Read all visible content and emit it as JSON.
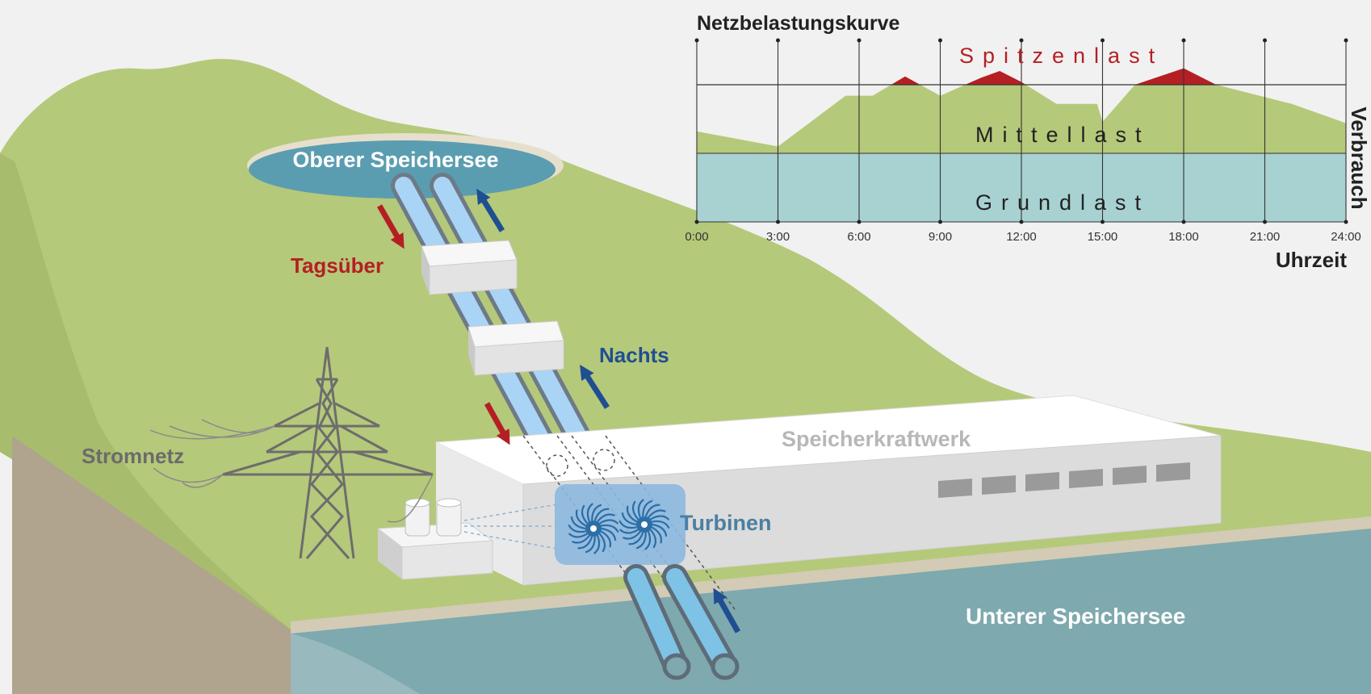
{
  "labels": {
    "upper_lake": "Oberer Speichersee",
    "lower_lake": "Unterer Speichersee",
    "daytime": "Tagsüber",
    "night": "Nachts",
    "grid": "Stromnetz",
    "plant": "Speicherkraftwerk",
    "turbines": "Turbinen"
  },
  "colors": {
    "hill": "#b5c97a",
    "upper_lake": "#5b9db0",
    "lower_lake": "#7ea9ae",
    "pipe": "#a9d4f5",
    "arrow_day": "#b51f24",
    "arrow_night": "#1f4f91",
    "turbine_box": "#8cb8df",
    "tower": "#6d6d6d"
  },
  "chart_data": {
    "type": "area",
    "title": "Netzbelastungskurve",
    "xlabel": "Uhrzeit",
    "ylabel": "Verbrauch",
    "xlim": [
      0,
      24
    ],
    "x_ticks": [
      "0:00",
      "3:00",
      "6:00",
      "9:00",
      "12:00",
      "15:00",
      "18:00",
      "21:00",
      "24:00"
    ],
    "bands": [
      {
        "name": "Grundlast",
        "color": "#a8d1d1"
      },
      {
        "name": "Mittellast",
        "color": "#b5c97a"
      },
      {
        "name": "Spitzenlast",
        "color": "#b51f24"
      }
    ],
    "ylim": [
      0,
      1
    ],
    "base_level": 0.5,
    "peak_threshold": 1.0,
    "load_curve": {
      "x": [
        0,
        3,
        5.5,
        6.5,
        7.7,
        9,
        10.5,
        11.2,
        12,
        13.3,
        14.8,
        15,
        16.2,
        18,
        19.2,
        22,
        24
      ],
      "y": [
        0.66,
        0.55,
        0.92,
        0.92,
        1.06,
        0.92,
        1.05,
        1.1,
        1.02,
        0.86,
        0.86,
        0.73,
        1.0,
        1.12,
        1.0,
        0.86,
        0.72
      ]
    }
  }
}
